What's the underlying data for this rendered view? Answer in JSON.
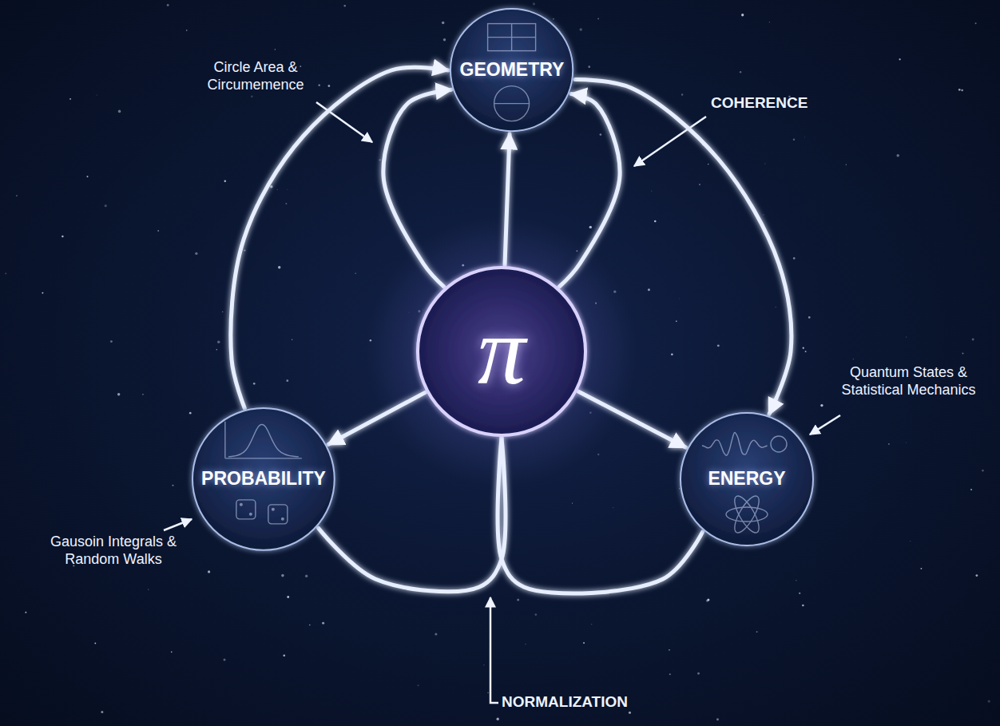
{
  "diagram": {
    "nodes": [
      {
        "text": [
          "GEOMETRY"
        ]
      },
      {
        "text": [
          "π"
        ]
      },
      {
        "text": [
          "PROBABILITY"
        ]
      },
      {
        "text": [
          "ENERGY"
        ]
      }
    ],
    "edges": [
      {
        "from": 1,
        "to": 0,
        "arrow": "to"
      },
      {
        "from": 1,
        "to": 2,
        "arrow": "to"
      },
      {
        "from": 1,
        "to": 3,
        "arrow": "to"
      },
      {
        "from": 2,
        "to": 0,
        "arrow": "to"
      },
      {
        "from": 0,
        "to": 3,
        "arrow": "to"
      },
      {
        "from": 1,
        "to": 0,
        "arrow": "to"
      },
      {
        "from": 1,
        "to": 0,
        "arrow": "to"
      },
      {
        "from": 2,
        "to": 1,
        "arrow": "none"
      },
      {
        "from": 3,
        "to": 1,
        "arrow": "none"
      }
    ],
    "labels": [
      "Circle Area & Circumemence",
      "COHERENCE",
      "Quantum States & Statistical Mechanics",
      "Gausoin Integrals & Random Walks",
      "NORMALIZATION"
    ]
  }
}
